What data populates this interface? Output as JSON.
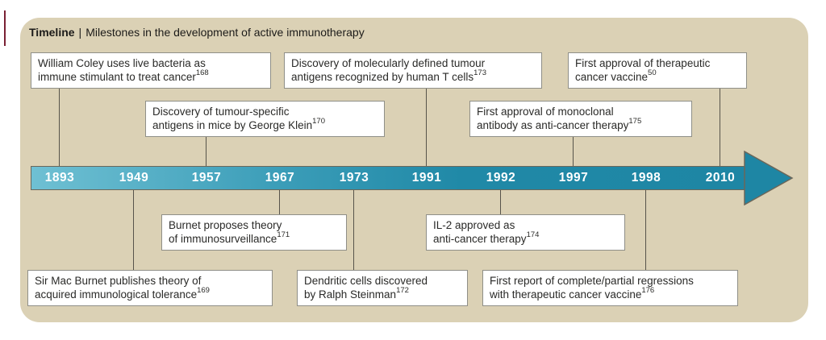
{
  "title": {
    "prefix": "Timeline",
    "separator": "|",
    "text": "Milestones in the development of active immunotherapy"
  },
  "timeline": {
    "years": [
      "1893",
      "1949",
      "1957",
      "1967",
      "1973",
      "1991",
      "1992",
      "1997",
      "1998",
      "2010"
    ]
  },
  "events_above": [
    {
      "year": "1893",
      "line1": "William Coley uses live bacteria as",
      "line2": "immune stimulant to treat cancer",
      "ref": "168"
    },
    {
      "year": "1957",
      "line1": "Discovery of tumour-specific",
      "line2": "antigens in mice by George Klein",
      "ref": "170"
    },
    {
      "year": "1991",
      "line1": "Discovery of molecularly defined tumour",
      "line2": "antigens recognized by human T cells",
      "ref": "173"
    },
    {
      "year": "1997",
      "line1": "First approval of monoclonal",
      "line2": "antibody as anti-cancer therapy",
      "ref": "175"
    },
    {
      "year": "2010",
      "line1": "First approval of therapeutic",
      "line2": "cancer vaccine",
      "ref": "50"
    }
  ],
  "events_below": [
    {
      "year": "1949",
      "line1": "Sir Mac Burnet publishes theory of",
      "line2": "acquired immunological tolerance",
      "ref": "169"
    },
    {
      "year": "1967",
      "line1": "Burnet proposes theory",
      "line2": "of immunosurveillance",
      "ref": "171"
    },
    {
      "year": "1973",
      "line1": "Dendritic cells discovered",
      "line2": "by Ralph Steinman",
      "ref": "172"
    },
    {
      "year": "1992",
      "line1": "IL-2 approved as",
      "line2": "anti-cancer therapy",
      "ref": "174"
    },
    {
      "year": "1998",
      "line1": "First report of complete/partial regressions",
      "line2": "with therapeutic cancer vaccine",
      "ref": "176"
    }
  ],
  "colors": {
    "panel_background": "#dbd1b5",
    "bar_gradient_left": "#6fc0d3",
    "bar_gradient_right": "#1e86a4",
    "arrow": "#1e86a4",
    "bar_outline": "#6b675a",
    "year_text": "#ffffff",
    "box_border": "#8f8f88",
    "connector": "#57544b",
    "accent_red": "#7a2033"
  }
}
